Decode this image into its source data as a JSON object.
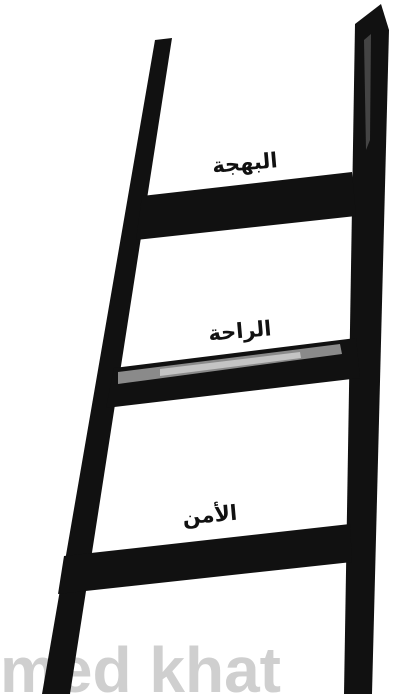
{
  "figure": {
    "rungs": [
      {
        "label": "البهجة"
      },
      {
        "label": "الراحة"
      },
      {
        "label": "الأمن"
      }
    ],
    "watermark": "med khat"
  },
  "colors": {
    "ladder": "#111111",
    "rung_label": "#111111",
    "background": "#ffffff",
    "watermark": "#cfcfcf"
  }
}
